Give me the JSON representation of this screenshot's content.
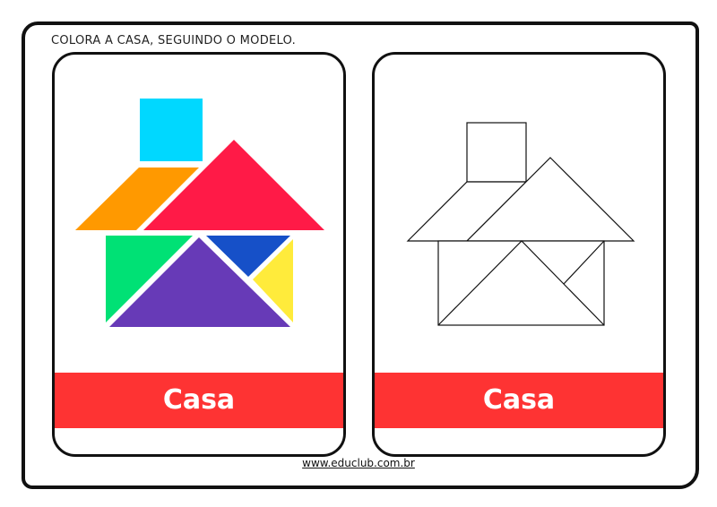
{
  "instruction": "COLORA A CASA, SEGUINDO O MODELO.",
  "cards": [
    {
      "label": "Casa"
    },
    {
      "label": "Casa"
    }
  ],
  "footer": "www.educlub.com.br",
  "colors": {
    "square": "#00d8ff",
    "parallelogram": "#ff9900",
    "roof": "#ff1a47",
    "green": "#00e175",
    "purple": "#673ab7",
    "blue": "#1650c8",
    "yellow": "#ffeb3b",
    "band": "#fe3333"
  }
}
